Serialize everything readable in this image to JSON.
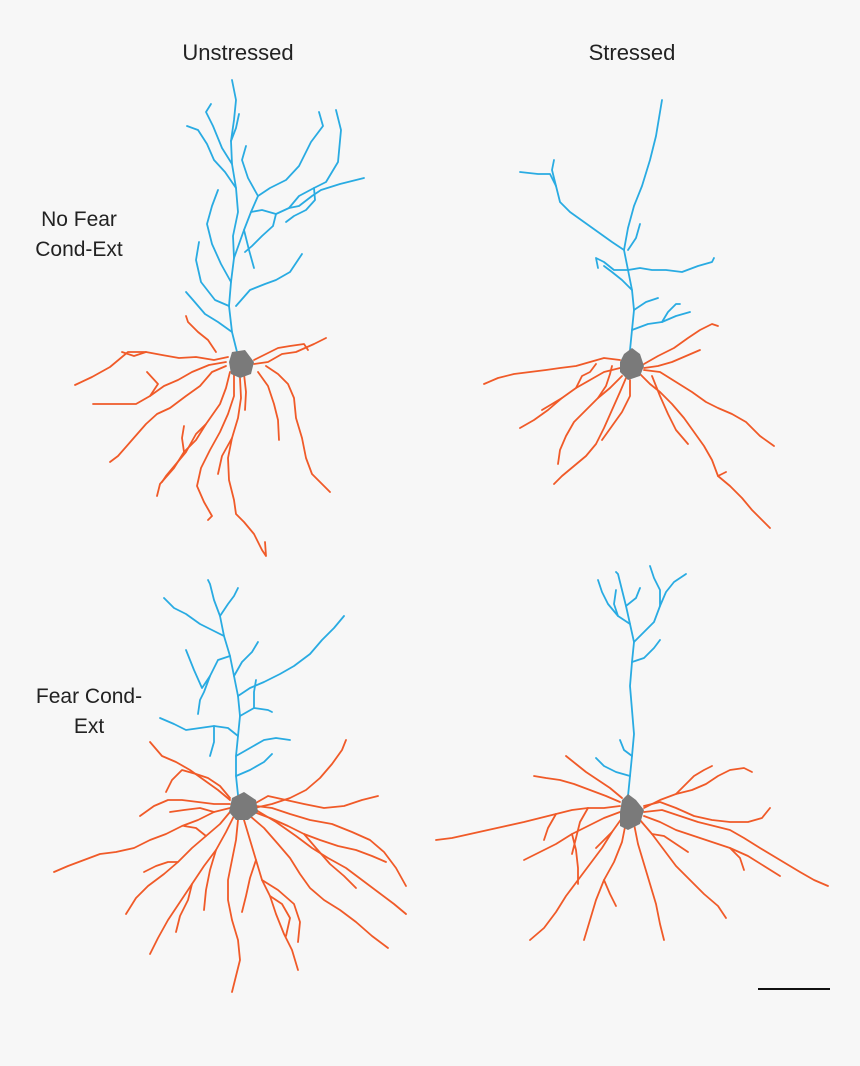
{
  "columns": [
    "Unstressed",
    "Stressed"
  ],
  "rows": [
    {
      "line1": "No Fear",
      "line2": "Cond-Ext"
    },
    {
      "line1": "Fear Cond-",
      "line2": "Ext"
    }
  ],
  "colors": {
    "apical": "#29abe2",
    "basal": "#f05a28",
    "soma": "#7a7a7a",
    "scale_bar": "#111111",
    "background": "#f7f7f7"
  }
}
